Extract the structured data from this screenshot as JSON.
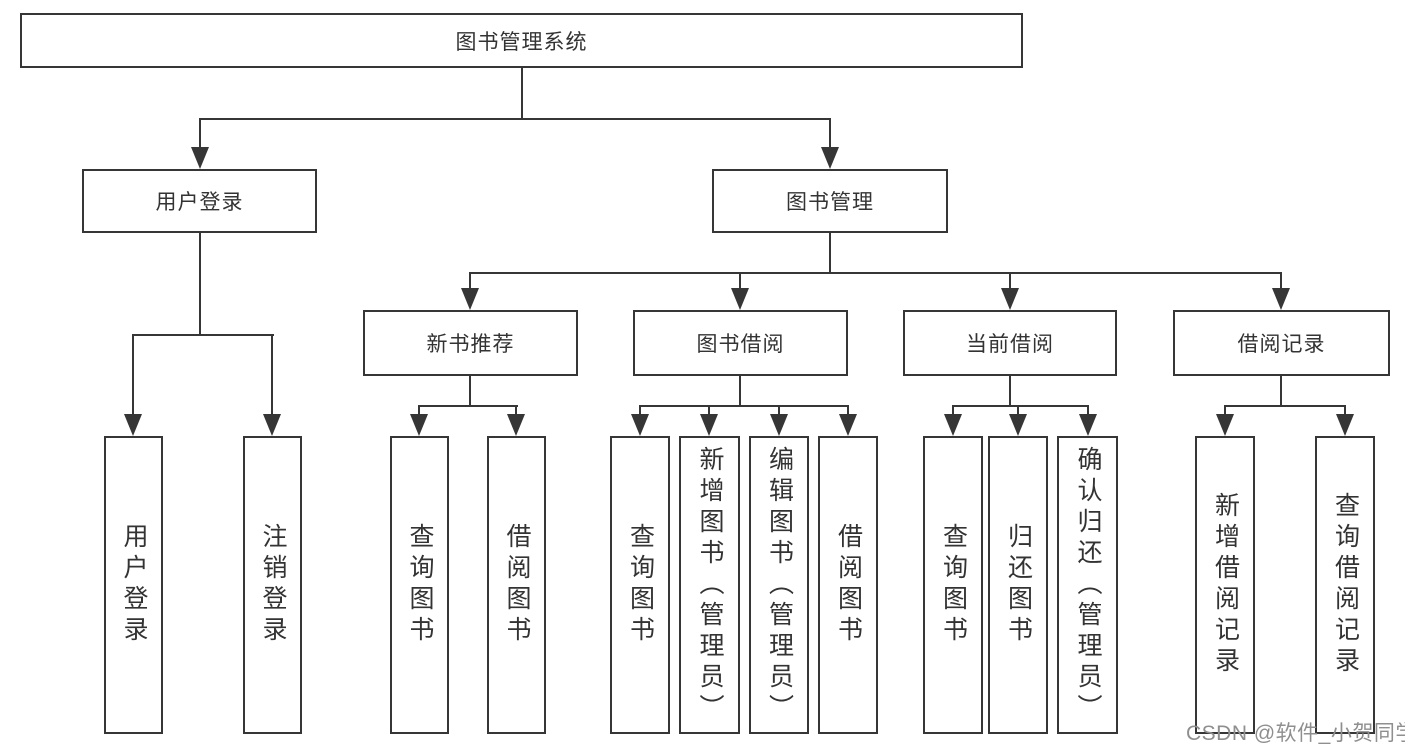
{
  "colors": {
    "line": "#363636",
    "box_border": "#363636",
    "text": "#333333",
    "watermark": "#8f8f8f",
    "background": "#ffffff"
  },
  "watermark": {
    "text": "CSDN @软件_小贺同学"
  },
  "tree": {
    "root": {
      "label": "图书管理系统"
    },
    "level2": [
      {
        "label": "用户登录",
        "leaves": [
          {
            "label": "用户登录"
          },
          {
            "label": "注销登录"
          }
        ]
      },
      {
        "label": "图书管理",
        "groups": [
          {
            "label": "新书推荐",
            "leaves": [
              {
                "label": "查询图书"
              },
              {
                "label": "借阅图书"
              }
            ]
          },
          {
            "label": "图书借阅",
            "leaves": [
              {
                "label": "查询图书"
              },
              {
                "label": "新增图书（管理员）"
              },
              {
                "label": "编辑图书（管理员）"
              },
              {
                "label": "借阅图书"
              }
            ]
          },
          {
            "label": "当前借阅",
            "leaves": [
              {
                "label": "查询图书"
              },
              {
                "label": "归还图书"
              },
              {
                "label": "确认归还（管理员）"
              }
            ]
          },
          {
            "label": "借阅记录",
            "leaves": [
              {
                "label": "新增借阅记录"
              },
              {
                "label": "查询借阅记录"
              }
            ]
          }
        ]
      }
    ]
  }
}
